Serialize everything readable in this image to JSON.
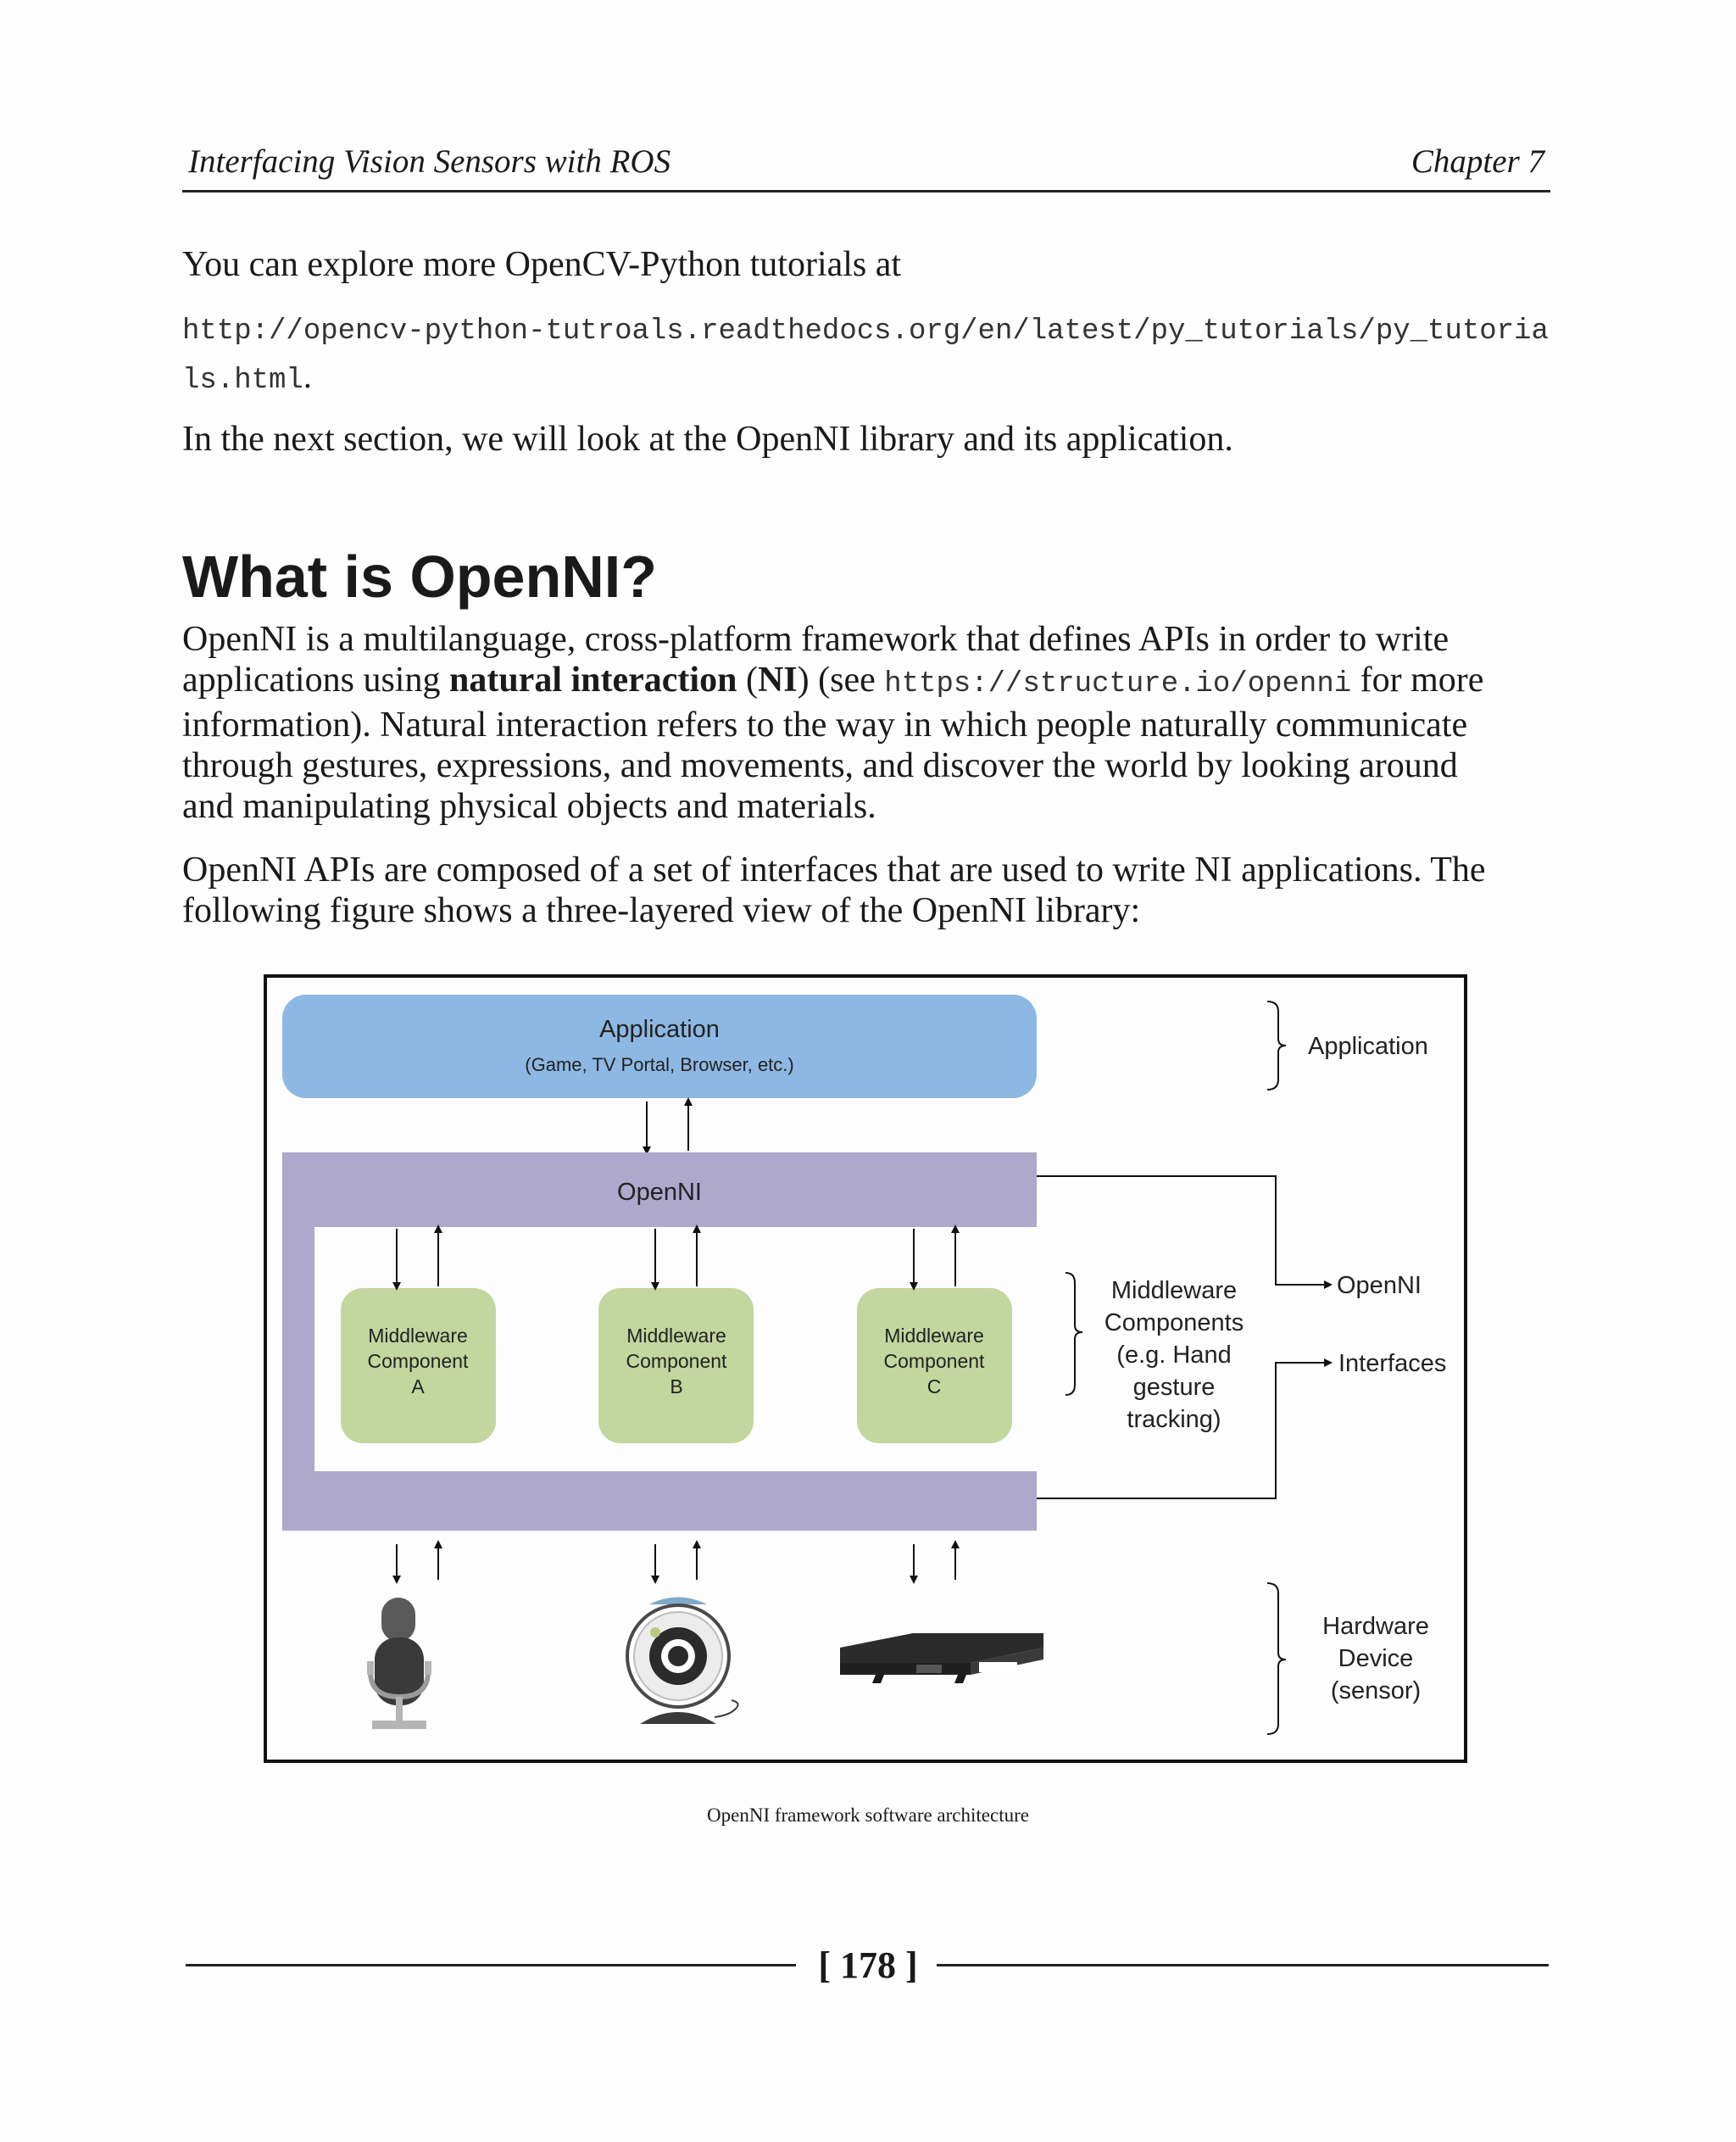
{
  "header": {
    "left": "Interfacing Vision Sensors with ROS",
    "right": "Chapter 7"
  },
  "para1": "You can explore more OpenCV-Python tutorials at",
  "url1_line1": "http://opencv-python-tutroals.readthedocs.org/en/latest/py_tutorials/py_tutoria",
  "url1_line2": "ls.html",
  "url1_period": ".",
  "para2": "In the next section, we will look at the OpenNI library and its application.",
  "heading": "What is OpenNI?",
  "para3": {
    "line1": "OpenNI is a multilanguage, cross-platform framework that defines APIs in order to write",
    "l2_a": "applications using ",
    "l2_bold1": "natural interaction",
    "l2_b": " (",
    "l2_bold2": "NI",
    "l2_c": ") (see ",
    "l2_url": "https://structure.io/openni",
    "l2_d": " for more",
    "line3": "information). Natural interaction refers to the way in which people naturally communicate",
    "line4": "through gestures, expressions, and movements, and discover the world by looking around",
    "line5": "and manipulating physical objects and materials."
  },
  "para4": {
    "line1": "OpenNI APIs are composed of a set of interfaces that are used to write NI applications. The",
    "line2": "following figure shows a three-layered view of the OpenNI library:"
  },
  "figure": {
    "app_box_title": "Application",
    "app_box_sub": "(Game, TV Portal, Browser, etc.)",
    "openni_label": "OpenNI",
    "components": [
      {
        "l1": "Middleware",
        "l2": "Component",
        "l3": "A"
      },
      {
        "l1": "Middleware",
        "l2": "Component",
        "l3": "B"
      },
      {
        "l1": "Middleware",
        "l2": "Component",
        "l3": "C"
      }
    ],
    "right_application": "Application",
    "middleware_note": [
      "Middleware",
      "Components",
      "(e.g. Hand",
      "gesture",
      "tracking)"
    ],
    "openni_interfaces": [
      "OpenNI",
      "Interfaces"
    ],
    "hardware_note": [
      "Hardware",
      "Device",
      "(sensor)"
    ],
    "colors": {
      "app_blue": "#8db8e3",
      "openni_purple": "#ada8cc",
      "component_green": "#c2d69e",
      "border": "#111111"
    },
    "devices": [
      "microphone-icon",
      "webcam-icon",
      "depth-sensor-icon"
    ]
  },
  "caption": "OpenNI framework software architecture",
  "page_number": "[ 178 ]"
}
